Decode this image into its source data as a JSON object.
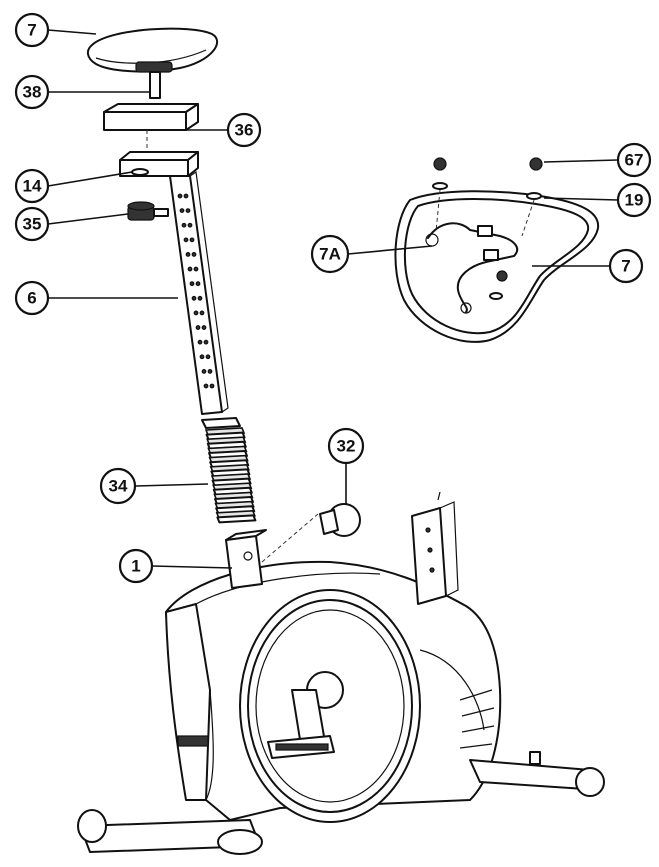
{
  "callouts": [
    {
      "id": "c7top",
      "label": "7"
    },
    {
      "id": "c38",
      "label": "38"
    },
    {
      "id": "c36",
      "label": "36"
    },
    {
      "id": "c14",
      "label": "14"
    },
    {
      "id": "c35",
      "label": "35"
    },
    {
      "id": "c6",
      "label": "6"
    },
    {
      "id": "c67",
      "label": "67"
    },
    {
      "id": "c19",
      "label": "19"
    },
    {
      "id": "c7A",
      "label": "7A"
    },
    {
      "id": "c7right",
      "label": "7"
    },
    {
      "id": "c32",
      "label": "32"
    },
    {
      "id": "c34",
      "label": "34"
    },
    {
      "id": "c1",
      "label": "1"
    }
  ]
}
